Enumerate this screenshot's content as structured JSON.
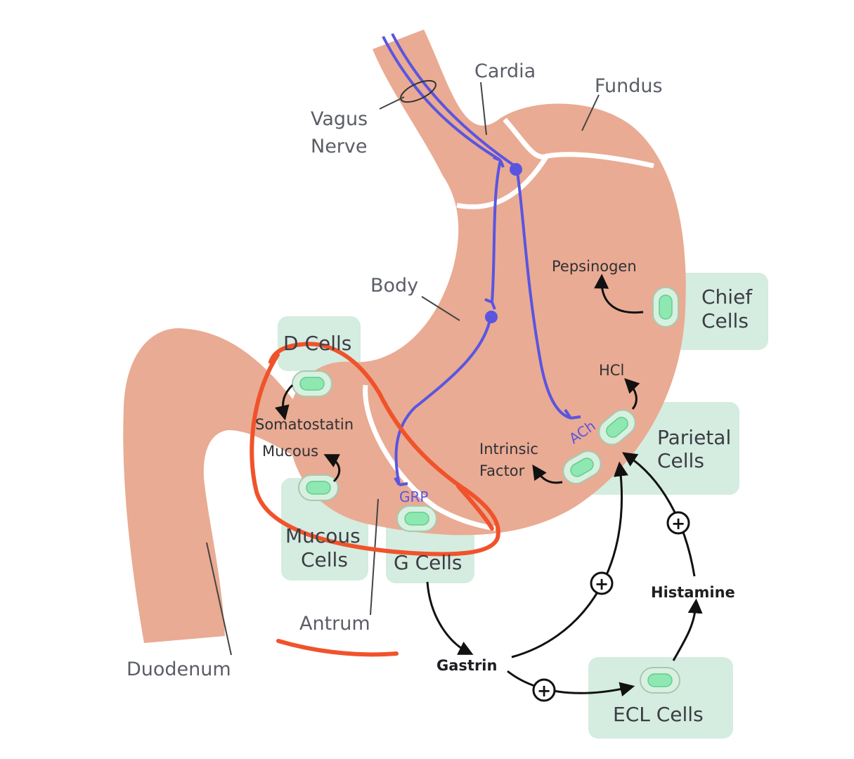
{
  "regions": {
    "cardia": "Cardia",
    "fundus": "Fundus",
    "vagus_nerve": [
      "Vagus",
      "Nerve"
    ],
    "body": "Body",
    "antrum": "Antrum",
    "duodenum": "Duodenum"
  },
  "cell_boxes": {
    "chief": [
      "Chief",
      "Cells"
    ],
    "parietal": [
      "Parietal",
      "Cells"
    ],
    "d_cells": "D Cells",
    "mucous": [
      "Mucous",
      "Cells"
    ],
    "g_cells": "G Cells",
    "ecl": "ECL Cells"
  },
  "secretions": {
    "pepsinogen": "Pepsinogen",
    "hcl": "HCl",
    "intrinsic_factor": [
      "Intrinsic",
      "Factor"
    ],
    "somatostatin": "Somatostatin",
    "mucous": "Mucous"
  },
  "signals": {
    "gastrin": "Gastrin",
    "histamine": "Histamine",
    "plus": "+"
  },
  "neurotransmitters": {
    "ach": "ACh",
    "grp": "GRP"
  },
  "colors": {
    "stomach": "#e9ab93",
    "box": "#d5ece0",
    "nerve": "#5a55e0",
    "annotation": "#f0532b",
    "cell_fill": "#8fe7b1"
  }
}
